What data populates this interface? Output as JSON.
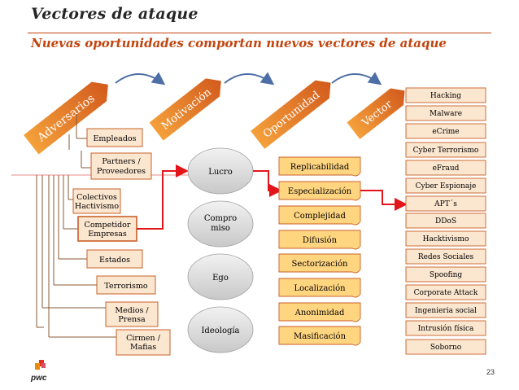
{
  "header": {
    "title": "Vectores de ataque",
    "subtitle": "Nuevas oportunidades comportan nuevos vectores de ataque"
  },
  "stages": [
    "Adversarios",
    "Motivación",
    "Oportunidad",
    "Vector"
  ],
  "adversarios": [
    "Empleados",
    "Partners /\nProveedores",
    "Colectivos\nHactivismo",
    "Competidor\nEmpresas",
    "Estados",
    "Terrorismo",
    "Medios /\nPrensa",
    "Cirmen /\nMafias"
  ],
  "motivaciones": [
    "Lucro",
    "Compro\nmiso",
    "Ego",
    "Ideología"
  ],
  "oportunidades": [
    "Replicabilidad",
    "Especialización",
    "Complejidad",
    "Difusión",
    "Sectorización",
    "Localización",
    "Anonimidad",
    "Masificación"
  ],
  "vectores": [
    "Hacking",
    "Malware",
    "eCrime",
    "Cyber Terrorismo",
    "eFraud",
    "Cyber Espionaje",
    "APT´s",
    "DDoS",
    "Hacktivismo",
    "Redes Sociales",
    "Spoofing",
    "Corporate Attack",
    "Ingenieria social",
    "Intrusión física",
    "Soborno"
  ],
  "footer": {
    "logo_text": "pwc",
    "page": "23"
  },
  "colors": {
    "accent": "#c1440e",
    "red": "#e3151a",
    "box_fill": "#fbe6cf",
    "box_border": "#c8602a",
    "gold": "#ffd580",
    "oval": "#d9d9d9"
  }
}
